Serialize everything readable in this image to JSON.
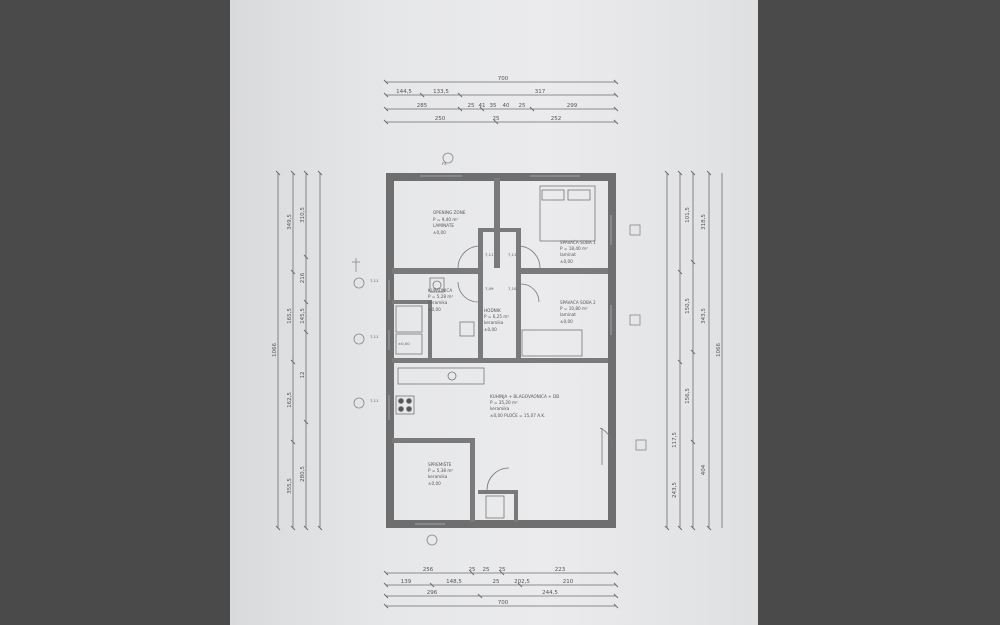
{
  "diagram": {
    "type": "floor-plan",
    "colors": {
      "background": "#4a4a4a",
      "paper": "#e6e7e9",
      "wall": "#6c6c6c",
      "line": "#7a7a7a"
    },
    "top_dimensions": {
      "row1": [
        "700"
      ],
      "row2": [
        "144,5",
        "133,5",
        "317"
      ],
      "row3": [
        "285",
        "25",
        "41",
        "35",
        "40",
        "25",
        "299"
      ],
      "row4": [
        "250",
        "25",
        "252"
      ]
    },
    "bottom_dimensions": {
      "row1": [
        "256",
        "25",
        "25",
        "25",
        "223"
      ],
      "row2": [
        "139",
        "148,5",
        "25",
        "202,5",
        "210"
      ],
      "row3": [
        "296",
        "244,5"
      ],
      "row4": [
        "700"
      ]
    },
    "left_dimensions": {
      "outer": [
        "1066"
      ],
      "mid": [
        "349,5",
        "165,5",
        "162,5",
        "355,5"
      ],
      "inner": [
        "310,5",
        "216",
        "145,5",
        "12",
        "280,5"
      ]
    },
    "right_dimensions": {
      "outer": [
        "1066"
      ],
      "mid": [
        "318,5",
        "343,5",
        "404"
      ],
      "inner": [
        "101,5",
        "150,5",
        "156,5",
        "117,5",
        "243,5"
      ]
    },
    "rooms": [
      {
        "name": "OPENING ZONE",
        "lines": [
          "P = 9,40 m²",
          "LAMINATE",
          "±0,00"
        ]
      },
      {
        "name": "SPAVAĆA SOBA 1",
        "lines": [
          "P = 18,40 m²",
          "laminat",
          "±0,00"
        ]
      },
      {
        "name": "KUPAONICA",
        "lines": [
          "P = 5,28 m²",
          "keramika",
          "±0,00"
        ]
      },
      {
        "name": "HODNIK",
        "lines": [
          "P = 6,25 m²",
          "keramika",
          "±0,00"
        ]
      },
      {
        "name": "SPAVAĆA SOBA 2",
        "lines": [
          "P = 10,80 m²",
          "laminat",
          "±0,00"
        ]
      },
      {
        "name": "KUHINJA + BLAGOVAONICA + DB",
        "lines": [
          "P = 35,20 m²",
          "keramika",
          "±0,00   PLOČE = 15,07 A.K."
        ]
      },
      {
        "name": "SPREMIŠTE",
        "lines": [
          "P = 5,38 m²",
          "keramika",
          "±0,00"
        ]
      }
    ],
    "small_labels": [
      "7,11",
      "7,11",
      "7,11",
      "7,11",
      "7,11",
      "F5",
      "7,09",
      "7,10",
      "±0,00"
    ]
  }
}
